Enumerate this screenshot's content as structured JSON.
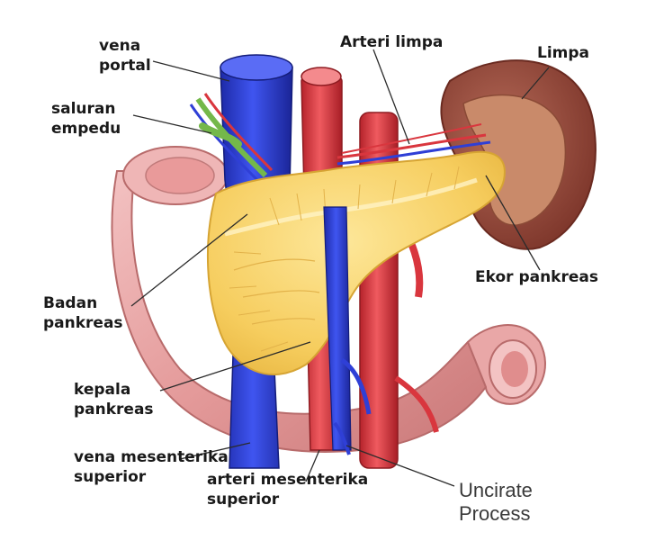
{
  "labels": {
    "vena_portal": [
      "vena",
      "portal"
    ],
    "arteri_limpa": "Arteri limpa",
    "limpa": "Limpa",
    "saluran_empedu": [
      "saluran",
      "empedu"
    ],
    "badan_pankreas": [
      "Badan",
      "pankreas"
    ],
    "ekor_pankreas": "Ekor pankreas",
    "kepala_pankreas": [
      "kepala",
      "pankreas"
    ],
    "vena_mesenterika_superior": [
      "vena mesenterika",
      "superior"
    ],
    "arteri_mesenterika_superior": [
      "arteri mesenterika",
      "superior"
    ],
    "uncinate_process": [
      "Uncirate",
      "Process"
    ]
  },
  "colors": {
    "vein": "#2f3fd6",
    "artery": "#d9363e",
    "pancreas": "#f7d36a",
    "spleen": "#9b4a3c",
    "duodenum": "#e7a3a3",
    "bile_duct": "#74b84a"
  }
}
